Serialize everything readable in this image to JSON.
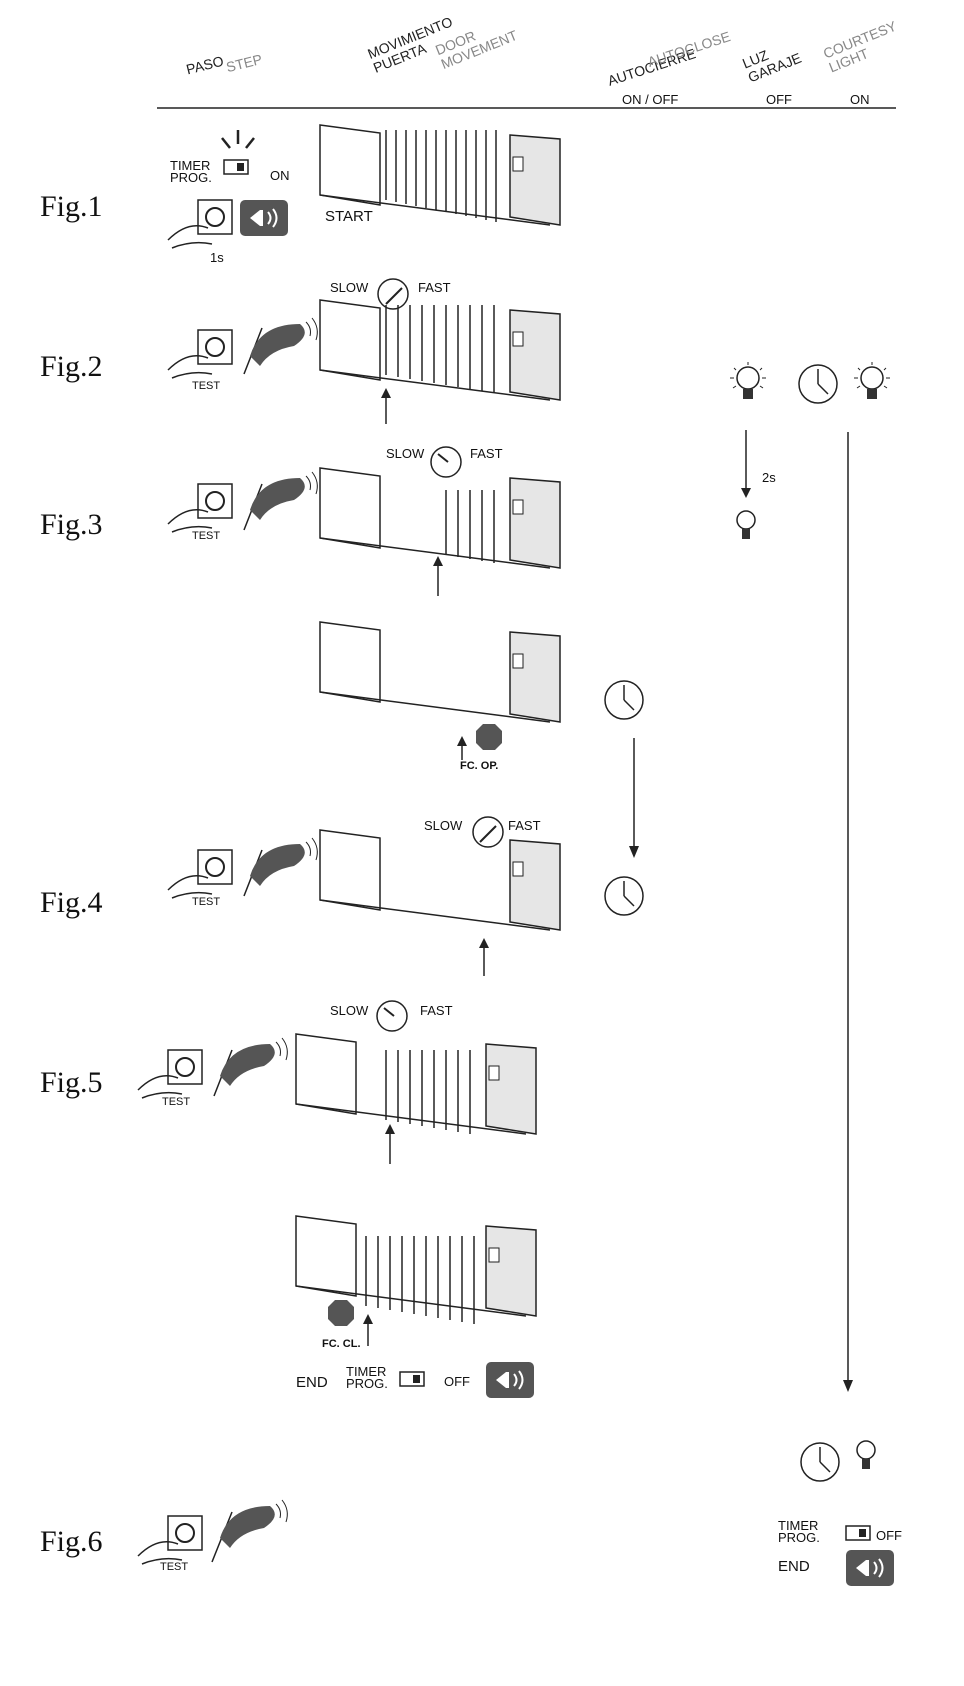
{
  "header": {
    "col_step_es": "PASO",
    "col_step_en": "STEP",
    "col_door_es": "MOVIMIENTO\nPUERTA",
    "col_door_en": "DOOR\nMOVEMENT",
    "col_autoclose_es": "AUTOCIERRE",
    "col_autoclose_en": "AUTOCLOSE",
    "col_light_es": "LUZ\nGARAJE",
    "col_light_en": "COURTESY\nLIGHT",
    "sub_onoff": "ON / OFF",
    "sub_off": "OFF",
    "sub_on": "ON"
  },
  "figures": [
    "Fig.1",
    "Fig.2",
    "Fig.3",
    "Fig.4",
    "Fig.5",
    "Fig.6"
  ],
  "labels": {
    "timer_prog": "TIMER\nPROG.",
    "on": "ON",
    "off": "OFF",
    "start": "START",
    "end": "END",
    "one_s": "1s",
    "two_s": "2s",
    "test": "TEST",
    "slow": "SLOW",
    "fast": "FAST",
    "stop": "STOP",
    "fc_op": "FC. OP.",
    "fc_cl": "FC. CL."
  },
  "icons": [
    "finger-button-icon",
    "remote-control-icon",
    "speaker-icon",
    "bulb-on-icon",
    "bulb-off-icon",
    "clock-icon",
    "speed-dial-icon",
    "stop-sign-icon",
    "dip-switch-icon",
    "sliding-gate-icon"
  ]
}
